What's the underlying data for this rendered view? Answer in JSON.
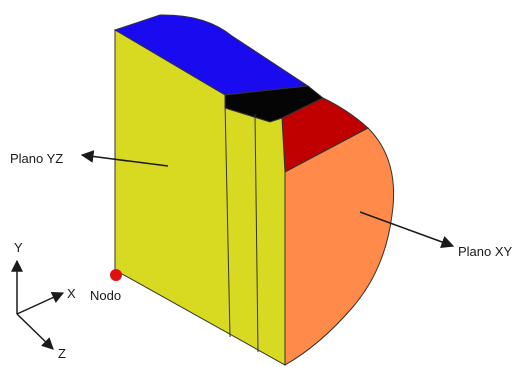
{
  "labels": {
    "plane_yz": "Plano YZ",
    "plane_xy": "Plano XY",
    "node": "Nodo"
  },
  "axes": {
    "x": "X",
    "y": "Y",
    "z": "Z"
  },
  "colors": {
    "front_face": "#d8da22",
    "top_blue": "#1a0af0",
    "black_band": "#050505",
    "red_band": "#c00000",
    "round_face": "#ff8a4a",
    "node_point": "#e01010",
    "edge": "#333333"
  }
}
